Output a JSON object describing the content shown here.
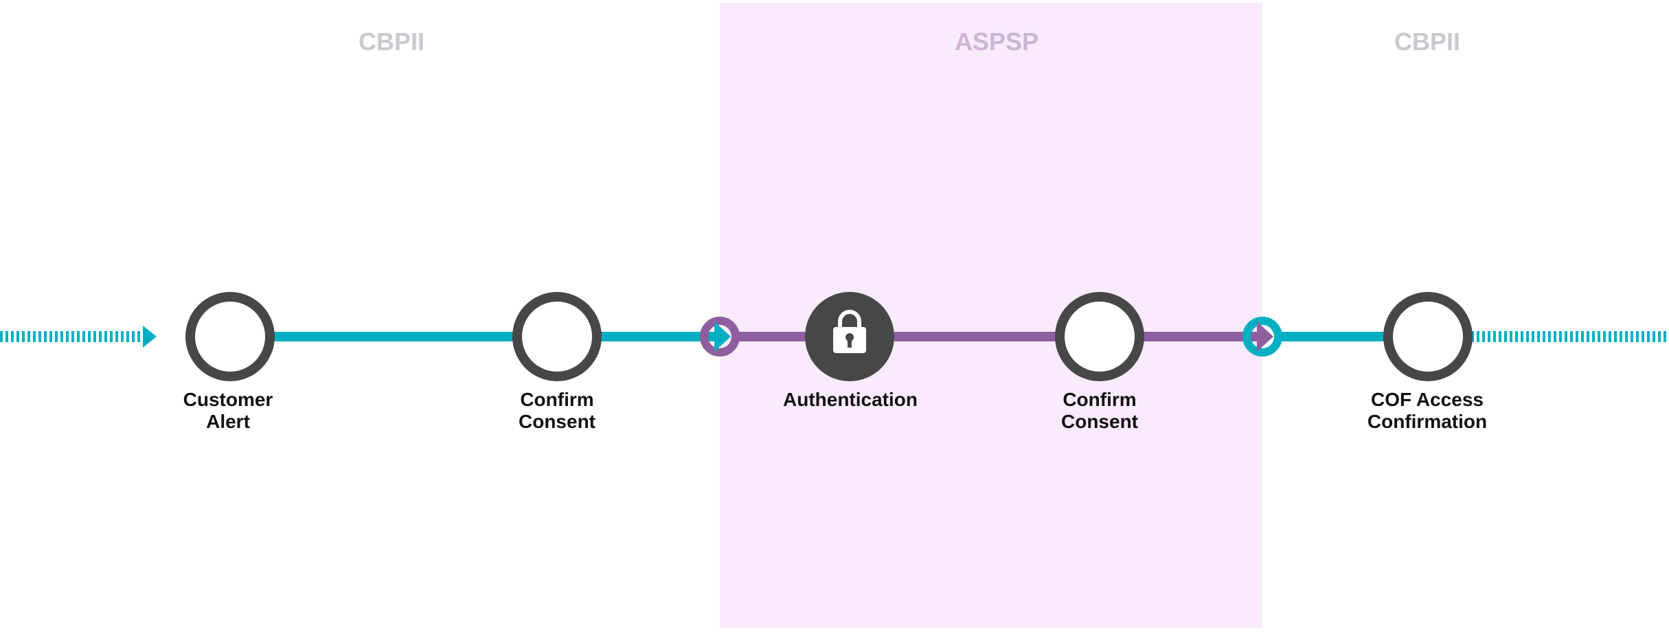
{
  "zones": [
    {
      "name": "CBPII",
      "role": "left"
    },
    {
      "name": "ASPSP",
      "role": "middle"
    },
    {
      "name": "CBPII",
      "role": "right"
    }
  ],
  "steps": [
    {
      "lines": [
        "Customer",
        "Alert"
      ],
      "icon": "empty-circle-icon"
    },
    {
      "lines": [
        "Confirm",
        "Consent"
      ],
      "icon": "empty-circle-icon"
    },
    {
      "lines": [
        "Authentication"
      ],
      "icon": "lock-icon"
    },
    {
      "lines": [
        "Confirm",
        "Consent"
      ],
      "icon": "empty-circle-icon"
    },
    {
      "lines": [
        "COF Access",
        "Confirmation"
      ],
      "icon": "empty-circle-icon"
    }
  ],
  "colors": {
    "cbpii_line": "#00b0c2",
    "aspsp_line": "#8e5e9e",
    "aspsp_zone_bg": "#f9ebfd",
    "node": "#474747",
    "zone_label": "#c9c9cf"
  }
}
